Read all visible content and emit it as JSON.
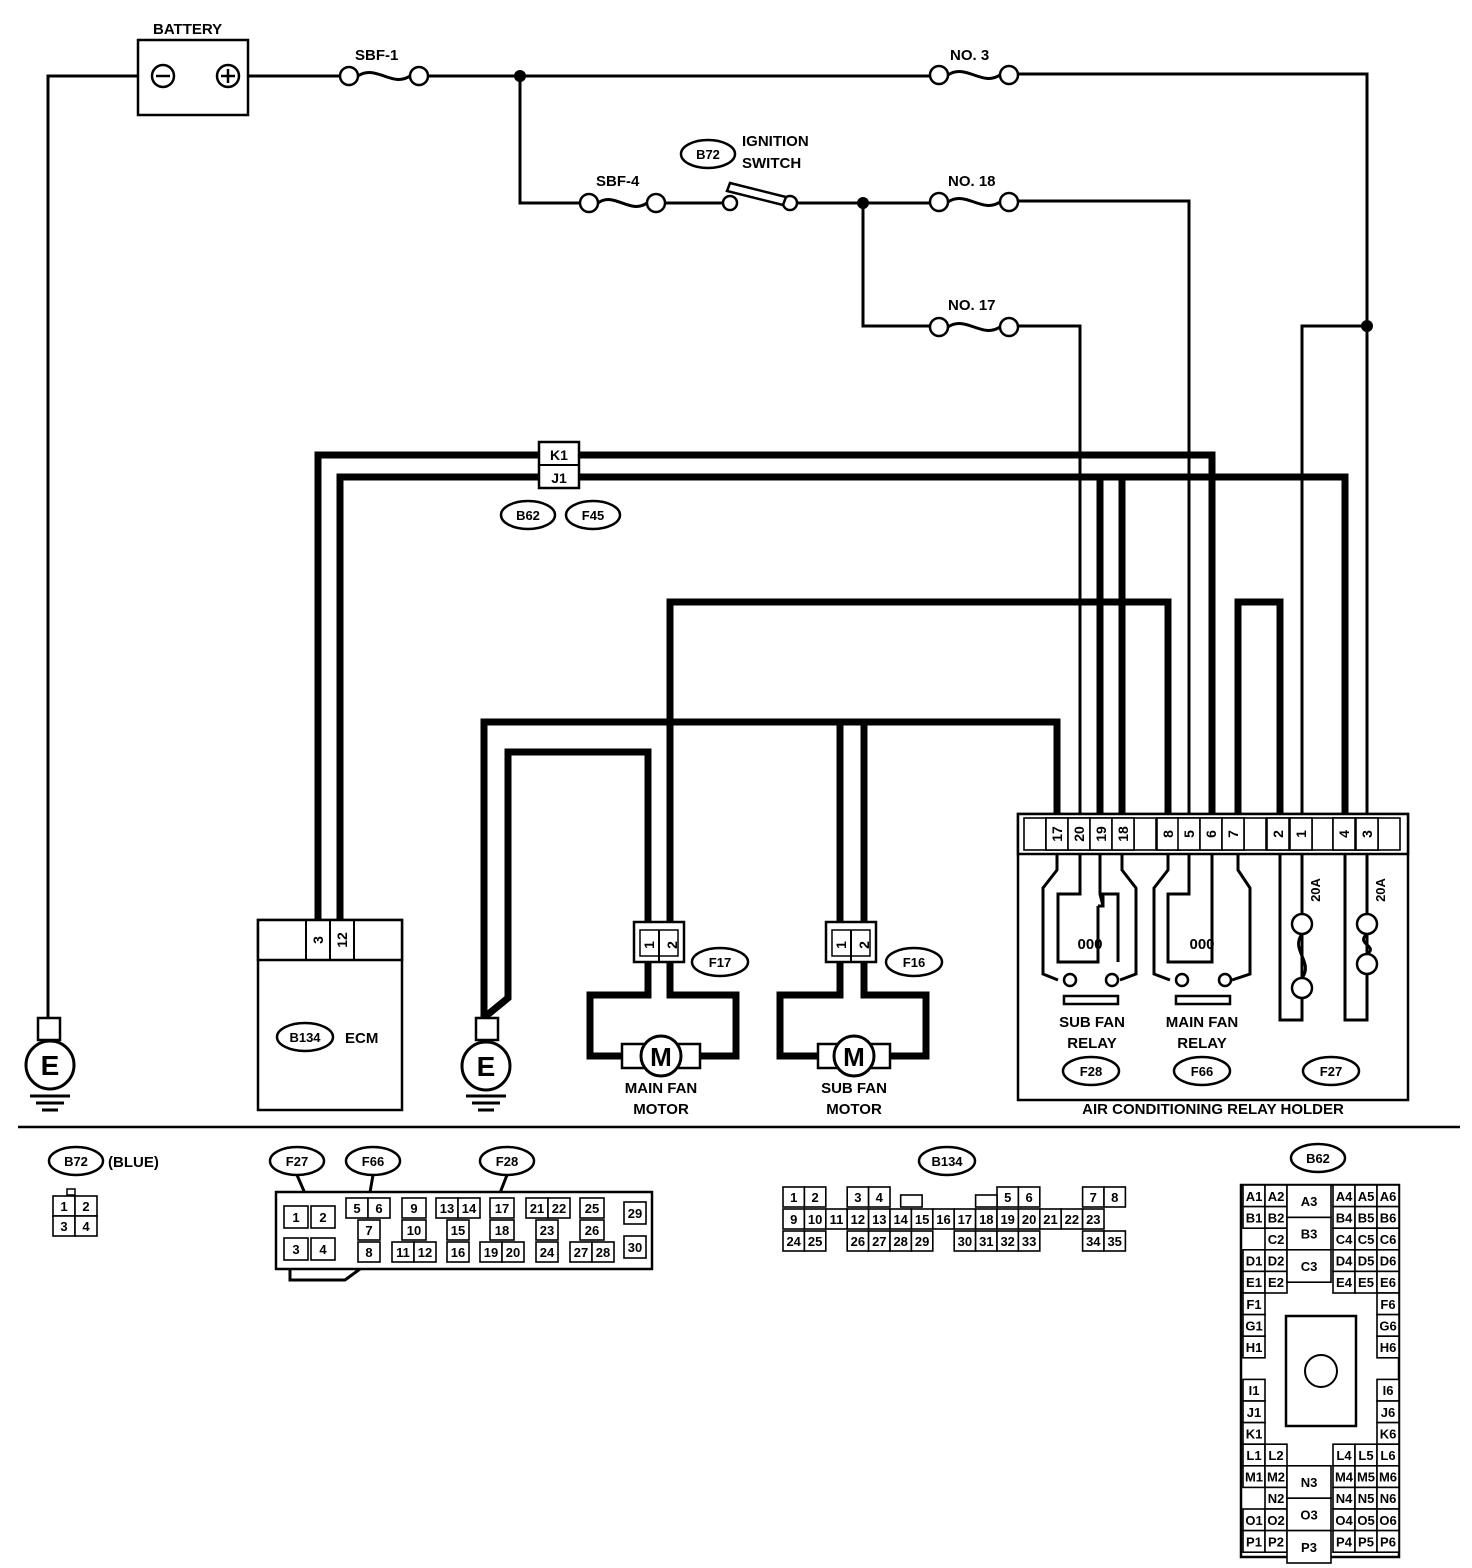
{
  "power": {
    "battery": "BATTERY",
    "battery_neg": "⊖",
    "battery_pos": "⊕",
    "sbf1": "SBF-1",
    "sbf4": "SBF-4",
    "no3": "NO. 3",
    "no18": "NO. 18",
    "no17": "NO. 17",
    "ignition_code": "B72",
    "ignition_line1": "IGNITION",
    "ignition_line2": "SWITCH"
  },
  "junction": {
    "k1": "K1",
    "j1": "J1",
    "tag1": "B62",
    "tag2": "F45"
  },
  "ground_symbol": "E",
  "ecm": {
    "tag": "B134",
    "label": "ECM",
    "pins": [
      "3",
      "12"
    ]
  },
  "main_fan_motor": {
    "symbol": "M",
    "line1": "MAIN FAN",
    "line2": "MOTOR",
    "connector": "F17",
    "pins": [
      "1",
      "2"
    ]
  },
  "sub_fan_motor": {
    "symbol": "M",
    "line1": "SUB FAN",
    "line2": "MOTOR",
    "connector": "F16",
    "pins": [
      "1",
      "2"
    ]
  },
  "relay_holder": {
    "title": "AIR CONDITIONING RELAY HOLDER",
    "pins": [
      "17",
      "20",
      "19",
      "18",
      "8",
      "5",
      "6",
      "7",
      "2",
      "1",
      "4",
      "3"
    ],
    "sub_relay_line1": "SUB FAN",
    "sub_relay_line2": "RELAY",
    "main_relay_line1": "MAIN FAN",
    "main_relay_line2": "RELAY",
    "coil": "000",
    "fuse_rating": "20A",
    "tags": [
      "F28",
      "F66",
      "F27"
    ]
  },
  "connectors": {
    "b72": {
      "tag": "B72",
      "color": "(BLUE)",
      "pins": [
        "1",
        "2",
        "3",
        "4"
      ]
    },
    "f27_f66_f28": {
      "tags": [
        "F27",
        "F66",
        "F28"
      ],
      "pins": [
        "1",
        "2",
        "3",
        "4",
        "5",
        "6",
        "7",
        "8",
        "9",
        "10",
        "11",
        "12",
        "13",
        "14",
        "15",
        "16",
        "17",
        "18",
        "19",
        "20",
        "21",
        "22",
        "23",
        "24",
        "25",
        "26",
        "27",
        "28",
        "29",
        "30"
      ]
    },
    "b134": {
      "tag": "B134",
      "row1": [
        "1",
        "2",
        "3",
        "4",
        "5",
        "6",
        "7",
        "8"
      ],
      "row2": [
        "9",
        "10",
        "11",
        "12",
        "13",
        "14",
        "15",
        "16",
        "17",
        "18",
        "19",
        "20",
        "21",
        "22",
        "23"
      ],
      "row3": [
        "24",
        "25",
        "26",
        "27",
        "28",
        "29",
        "30",
        "31",
        "32",
        "33",
        "34",
        "35"
      ]
    },
    "b62": {
      "tag": "B62",
      "left": [
        "A1",
        "A2",
        "B1",
        "B2",
        "C2",
        "D1",
        "D2",
        "E1",
        "E2",
        "F1",
        "G1",
        "H1",
        "I1",
        "J1",
        "K1",
        "L1",
        "L2",
        "M1",
        "M2",
        "N2",
        "O1",
        "O2",
        "P1",
        "P2"
      ],
      "center": [
        "A3",
        "B3",
        "C3",
        "N3",
        "O3",
        "P3"
      ],
      "right": [
        "A4",
        "A5",
        "A6",
        "B4",
        "B5",
        "B6",
        "C4",
        "C5",
        "C6",
        "D4",
        "D5",
        "D6",
        "E4",
        "E5",
        "E6",
        "F6",
        "G6",
        "H6",
        "I6",
        "J6",
        "K6",
        "L4",
        "L5",
        "L6",
        "M4",
        "M5",
        "M6",
        "N4",
        "N5",
        "N6",
        "O4",
        "O5",
        "O6",
        "P4",
        "P5",
        "P6"
      ]
    }
  }
}
